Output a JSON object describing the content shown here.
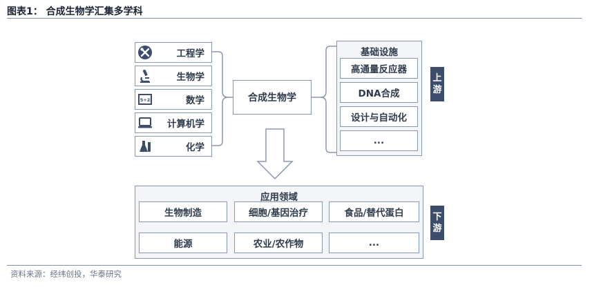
{
  "figure_title": "图表1：  合成生物学汇集多学科",
  "disciplines": [
    {
      "label": "工程学",
      "icon": "tools-icon"
    },
    {
      "label": "生物学",
      "icon": "microscope-icon"
    },
    {
      "label": "数学",
      "icon": "formula-board-icon"
    },
    {
      "label": "计算机学",
      "icon": "laptop-icon"
    },
    {
      "label": "化学",
      "icon": "flask-icon"
    }
  ],
  "center": "合成生物学",
  "upstream": {
    "title": "基础设施",
    "items": [
      "高通量反应器",
      "DNA合成",
      "设计与自动化",
      "..."
    ],
    "badge": [
      "上",
      "游"
    ]
  },
  "downstream": {
    "title": "应用领域",
    "items": [
      "生物制造",
      "细胞/基因治疗",
      "食品/替代蛋白",
      "能源",
      "农业/农作物",
      "..."
    ],
    "badge": [
      "下",
      "游"
    ]
  },
  "formula_icon_text": "5+2",
  "source": "资料来源：经纬创投，华泰研究",
  "colors": {
    "border": "#8797ad",
    "badge": "#3b4d6b",
    "panel": "#f3f5f8",
    "text": "#2f3b4c"
  }
}
